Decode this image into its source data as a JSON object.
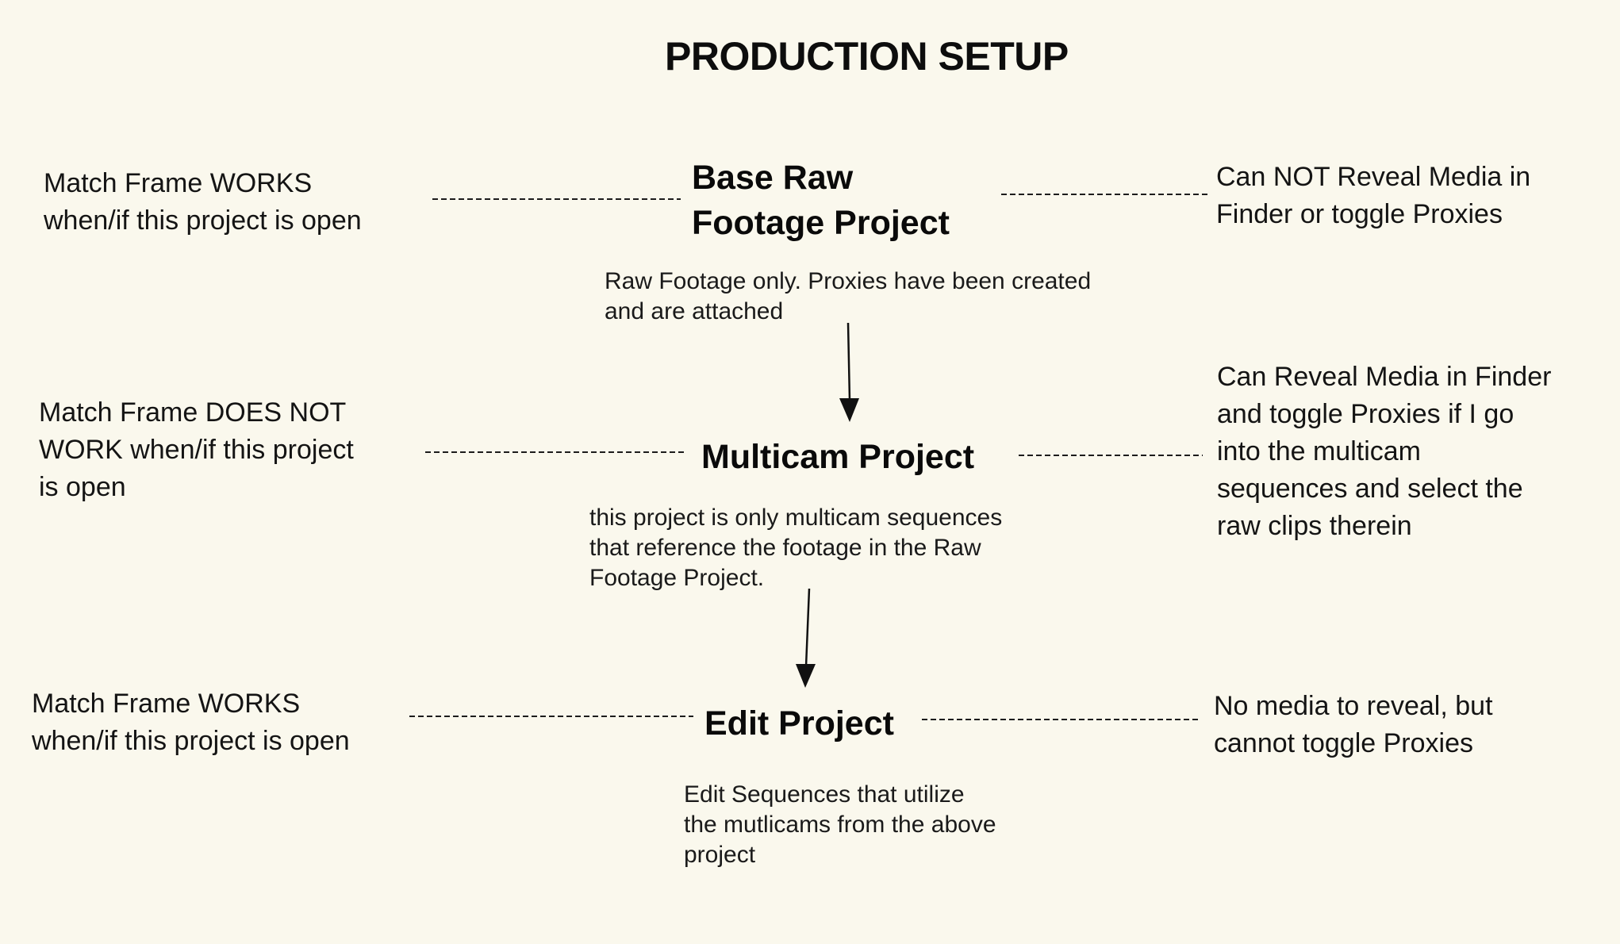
{
  "page": {
    "title": "PRODUCTION SETUP",
    "background_color": "#faf8ed",
    "text_color": "#161616"
  },
  "nodes": [
    {
      "title": "Base Raw\nFootage Project",
      "description": "Raw Footage only. Proxies have been created\nand are attached"
    },
    {
      "title": "Multicam Project",
      "description": "this project is only multicam sequences\nthat reference the footage in the Raw\nFootage Project."
    },
    {
      "title": "Edit Project",
      "description": "Edit Sequences that utilize\nthe mutlicams from the above\nproject"
    }
  ],
  "left_annotations": [
    {
      "text": "Match Frame WORKS\nwhen/if this project is open"
    },
    {
      "text": "Match Frame DOES NOT\nWORK when/if this project\nis open"
    },
    {
      "text": "Match Frame WORKS\nwhen/if this project is open"
    }
  ],
  "right_annotations": [
    {
      "text": "Can NOT Reveal Media in\nFinder or toggle Proxies"
    },
    {
      "text": "Can Reveal Media in Finder\nand toggle Proxies if I go\ninto the multicam\nsequences and select the\nraw clips therein"
    },
    {
      "text": "No media to reveal, but\ncannot toggle Proxies"
    }
  ]
}
